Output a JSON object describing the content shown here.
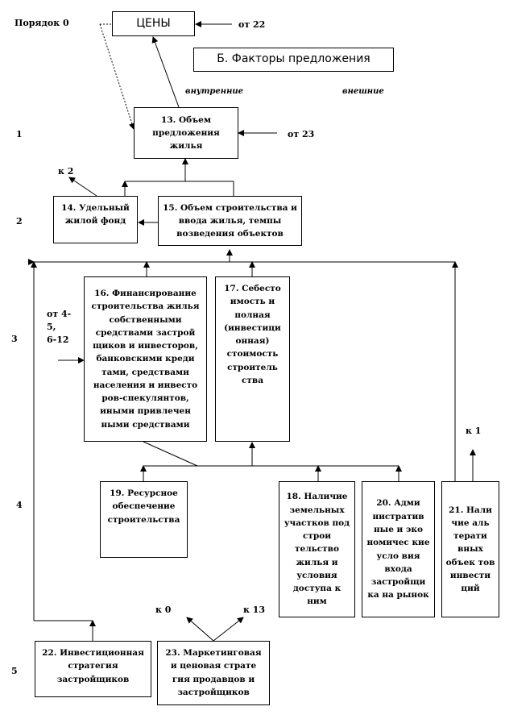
{
  "header": {
    "order_label": "Порядок 0",
    "from_22": "от 22"
  },
  "section_title": "Б. Факторы предложения",
  "labels": {
    "internal": "внутренние",
    "external": "внешние",
    "from_23": "от 23",
    "to_2": "к 2",
    "from_4_5": "от 4-",
    "from_4_5b": "5,",
    "from_6_12": "6-12",
    "to_1": "к 1",
    "to_0": "к 0",
    "to_13": "к 13"
  },
  "levels": [
    "1",
    "2",
    "3",
    "4",
    "5"
  ],
  "boxes": {
    "prices": "ЦЕНЫ",
    "b13": "13. Объем предложения жилья",
    "b14": "14. Удельный жилой фонд",
    "b15": "15. Объем строительства и ввода жилья, темпы возведения объектов",
    "b16": "16. Финансирование строительства жилья собственными средствами застрой щиков и инвесторов, банковскими креди тами, средствами населения и инвесто ров-спекулянтов, иными привлечен ными средствами",
    "b17": "17. Себесто имость и полная (инвестици онная) стоимость строитель ства",
    "b18": "18. Наличие земельных участков под строи тельство жилья и условия доступа к ним",
    "b19": "19. Ресурсное обеспечение строительства",
    "b20": "20. Адми нистратив ные и эко номичес кие усло вия входа застройщи ка на рынок",
    "b21": "21. Нали чие аль терати вных объек тов инвести ций",
    "b22": "22. Инвестиционная стратегия застройщиков",
    "b23": "23. Маркетинговая и ценовая страте гия продавцов и застройщиков"
  }
}
